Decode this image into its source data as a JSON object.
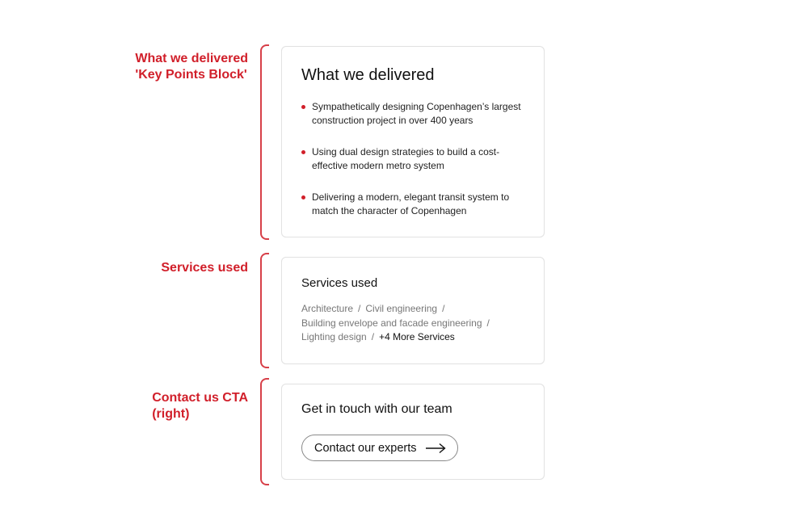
{
  "annotations": {
    "delivered": {
      "line1": "What we delivered",
      "line2": "'Key Points Block'"
    },
    "services": {
      "line1": "Services used"
    },
    "contact": {
      "line1": "Contact us CTA",
      "line2": "(right)"
    }
  },
  "delivered_card": {
    "title": "What we delivered",
    "bullets": [
      "Sympathetically designing Copenhagen’s largest construction project in over 400 years",
      "Using dual design strategies to build a cost-effective modern metro system",
      "Delivering a modern, elegant transit system to match the character of Copenhagen"
    ]
  },
  "services_card": {
    "title": "Services used",
    "services": [
      "Architecture",
      "Civil engineering",
      "Building envelope and facade engineering",
      "Lighting design"
    ],
    "separator": "/",
    "more_label": "+4 More Services"
  },
  "contact_card": {
    "title": "Get in touch with our team",
    "button_label": "Contact our experts",
    "button_icon": "arrow-right-icon"
  },
  "colors": {
    "accent_red": "#d11f2a",
    "border": "#e2e2e2",
    "text_muted": "#777777"
  }
}
